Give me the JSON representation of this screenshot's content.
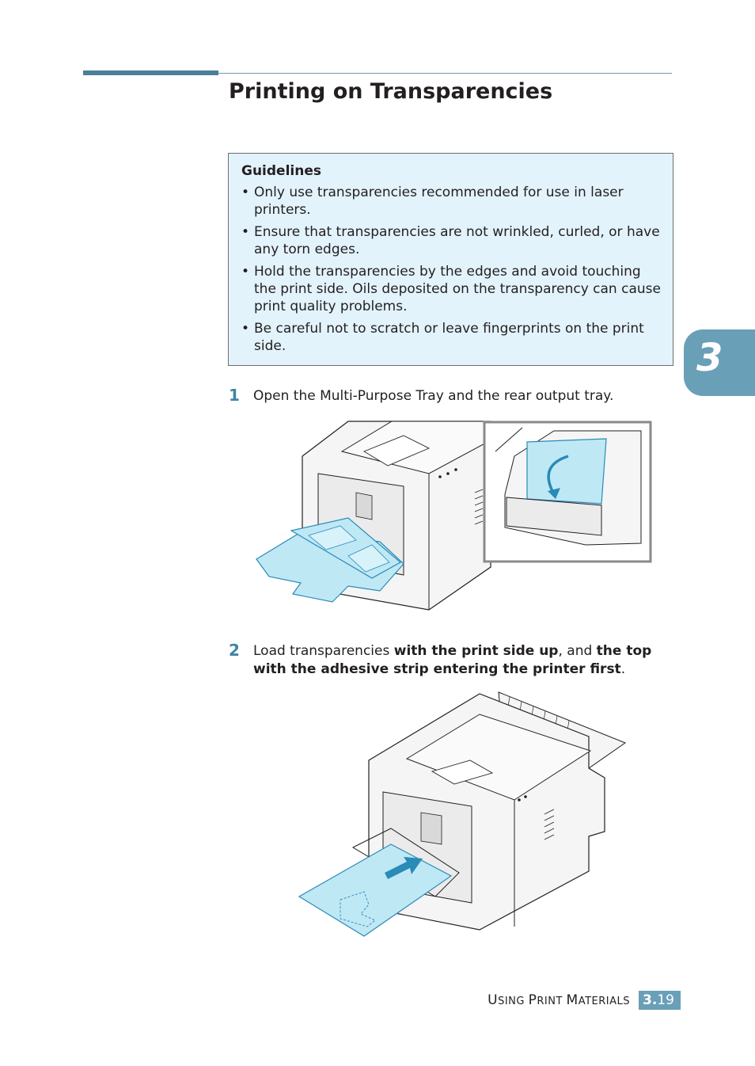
{
  "section": {
    "title": "Printing on Transparencies"
  },
  "guidelines": {
    "heading": "Guidelines",
    "bullet_glyph": "•",
    "items": [
      "Only use transparencies recommended for use in laser printers.",
      "Ensure that transparencies are not wrinkled, curled, or have any torn edges.",
      "Hold the transparencies by the edges and avoid touching the print side. Oils deposited on the transparency can cause print quality problems.",
      "Be careful not to scratch or leave fingerprints on the print side."
    ]
  },
  "steps": [
    {
      "number": "1",
      "text": "Open the Multi-Purpose Tray and the rear output tray."
    },
    {
      "number": "2",
      "text_1": "Load transparencies ",
      "bold_1": "with the print side up",
      "text_2": ", and ",
      "bold_2": "the top with the adhesive strip entering the printer first",
      "text_3": "."
    }
  ],
  "chapter_tab": "3",
  "footer": {
    "label_U": "U",
    "label_sing": "SING ",
    "label_P": "P",
    "label_rint": "RINT ",
    "label_M": "M",
    "label_aterials": "ATERIALS",
    "chapter": "3.",
    "page": "19"
  },
  "colors": {
    "accent": "#4a7f99",
    "box_fill": "#e2f3fc",
    "tab": "#6a9fb8",
    "tray_cyan": "#bfe8f5"
  },
  "icons": [
    "printer-open-trays-illustration",
    "printer-load-transparency-illustration",
    "insert-arrow-icon"
  ]
}
